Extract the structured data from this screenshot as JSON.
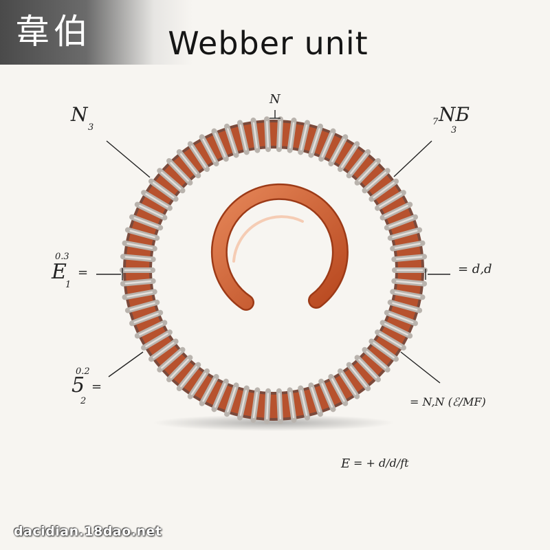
{
  "badge": {
    "text": "韋伯"
  },
  "title": "Webber unit",
  "labels": {
    "top_n": "N",
    "top_left_main": "N",
    "top_left_sub": "3",
    "top_right_pre": "7",
    "top_right_main": "NБ",
    "top_right_sub": "3",
    "left_sup": "0.3",
    "left_main": "E",
    "left_sub": "1",
    "left_eq": "=",
    "right_eq": "= d,d",
    "bl_sup": "0.2",
    "bl_main": "5",
    "bl_eq": "=",
    "bl_sub": "2",
    "br_text": "= N,N (ℰ/MF)",
    "bottom_main": "E",
    "bottom_text": "= + d/d/ft"
  },
  "watermark": "dacidian.18dao.net",
  "colors": {
    "coil_wrap": "#b9b3ad",
    "coil_core": "#c2542c",
    "inner_ring": "#d4663c"
  }
}
